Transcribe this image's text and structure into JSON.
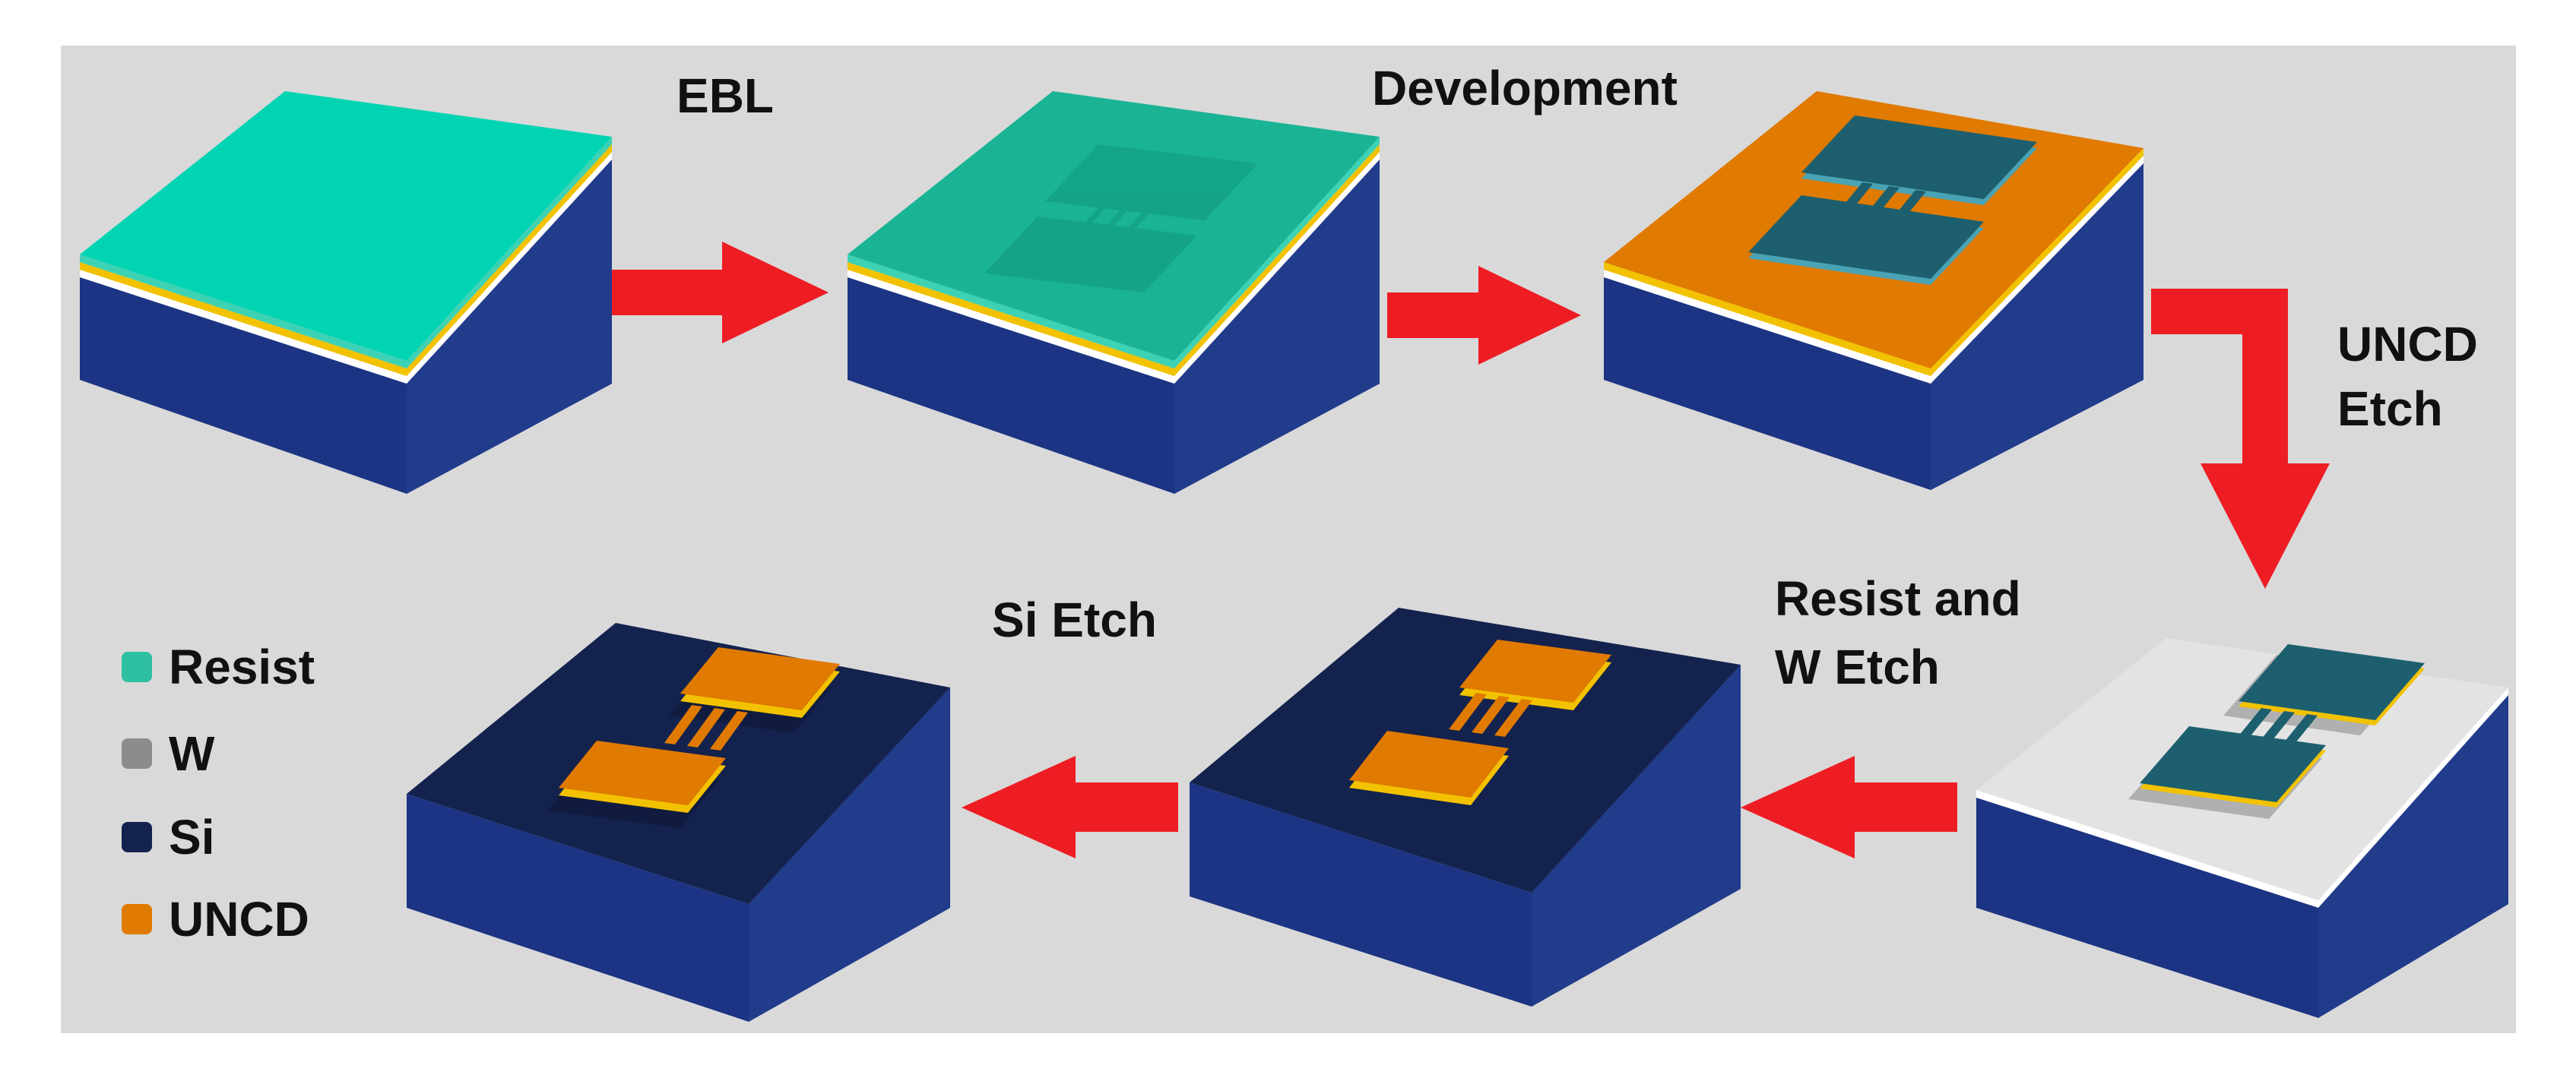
{
  "steps": {
    "ebl": "EBL",
    "development": "Development",
    "uncd_etch_line1": "UNCD",
    "uncd_etch_line2": "Etch",
    "resist_w_etch_line1": "Resist and",
    "resist_w_etch_line2": "W Etch",
    "si_etch": "Si Etch"
  },
  "legend": {
    "items": [
      {
        "label": "Resist",
        "color": "#2ebfa0"
      },
      {
        "label": "W",
        "color": "#8c8c8c"
      },
      {
        "label": "Si",
        "color": "#14224e"
      },
      {
        "label": "UNCD",
        "color": "#e07a00"
      }
    ]
  },
  "colors": {
    "background": "#d9d9d9",
    "resist": "#00d1b0",
    "resist_exposed": "#0fa88e",
    "uncd": "#e07a00",
    "tungsten": "#8c8c8c",
    "substrate_side": "#223c8c",
    "si_top_etched": "#14224e",
    "pattern_dark": "#1d5f6e",
    "arrow": "#ee1d23",
    "gold_film": "#f2c200"
  }
}
